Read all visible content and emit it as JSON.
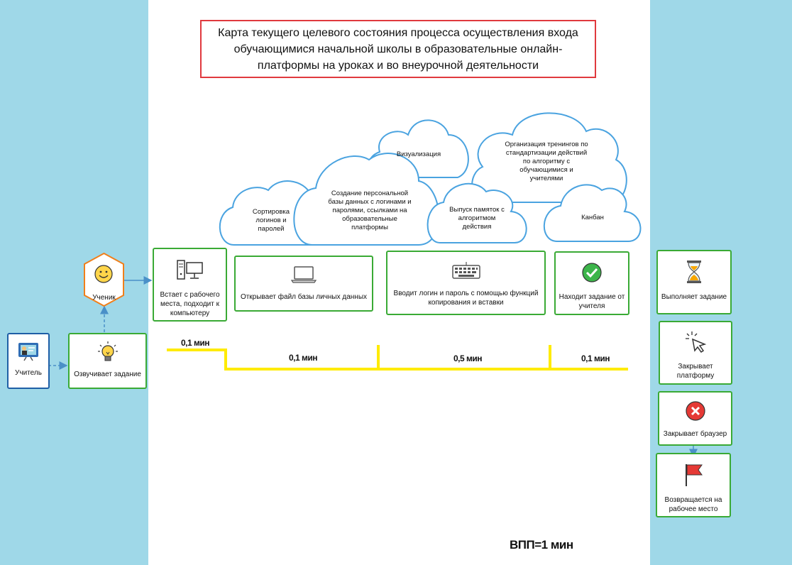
{
  "title": "Карта текущего целевого состояния процесса осуществления входа обучающимися начальной школы в образовательные онлайн-платформы на уроках и во внеурочной деятельности",
  "colors": {
    "background": "#9fd8e8",
    "step_border": "#3aaa35",
    "teacher_border": "#1f5fa6",
    "title_border": "#e0393e",
    "cloud_stroke": "#4aa3e0",
    "timeline": "#ffeb00",
    "student_border": "#f07f1b"
  },
  "actors": {
    "teacher": "Учитель",
    "student": "Ученик"
  },
  "steps": {
    "voice_task": "Озвучивает задание",
    "stand_up": "Встает с рабочего места, подходит к компьютеру",
    "open_file": "Открывает файл базы личных данных",
    "enter_login": "Вводит логин и пароль с помощью функций копирования и вставки",
    "find_task": "Находит задание от учителя",
    "do_task": "Выполняет задание",
    "close_platform": "Закрывает платформу",
    "close_browser": "Закрывает браузер",
    "return_place": "Возвращается на рабочее место"
  },
  "icons": {
    "teacher": "teacher-board-icon",
    "student": "smiley-icon",
    "voice_task": "lightbulb-icon",
    "stand_up": "computer-icon",
    "open_file": "laptop-icon",
    "enter_login": "keyboard-icon",
    "find_task": "check-circle-icon",
    "do_task": "hourglass-icon",
    "close_platform": "cursor-click-icon",
    "close_browser": "close-circle-icon",
    "return_place": "red-flag-icon"
  },
  "clouds": {
    "sorting": "Сортировка логинов и паролей",
    "database": "Создание персональной базы данных с логинами и паролями, ссылками на образовательные платформы",
    "visualization": "Визуализация",
    "memo": "Выпуск памяток с алгоритмом действия",
    "training": "Организация тренингов по стандартизации действий по алгоритму с обучающимися и учителями",
    "kanban": "Канбан"
  },
  "timeline": {
    "t1": "0,1 мин",
    "t2": "0,1 мин",
    "t3": "0,5 мин",
    "t4": "0,1 мин"
  },
  "total": "ВПП=1 мин"
}
